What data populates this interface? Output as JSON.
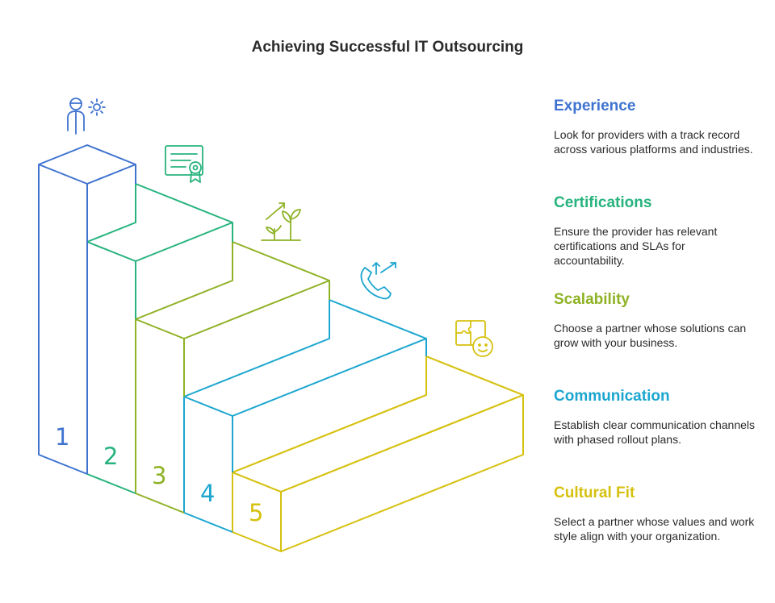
{
  "title": "Achieving Successful IT Outsourcing",
  "steps": [
    {
      "number": "1",
      "title": "Experience",
      "description": "Look for providers with a track record across various platforms and industries.",
      "color": "#3f73d0",
      "icon": "person-gear-icon"
    },
    {
      "number": "2",
      "title": "Certifications",
      "description": "Ensure the provider has relevant certifications and SLAs for accountability.",
      "color": "#27b37e",
      "icon": "certificate-icon"
    },
    {
      "number": "3",
      "title": "Scalability",
      "description": "Choose a partner whose solutions can grow with your business.",
      "color": "#8fb225",
      "icon": "growing-plants-icon"
    },
    {
      "number": "4",
      "title": "Communication",
      "description": "Establish clear communication channels with phased rollout plans.",
      "color": "#1ca6cf",
      "icon": "phone-arrows-icon"
    },
    {
      "number": "5",
      "title": "Cultural Fit",
      "description": "Select a partner whose values and work style align with your organization.",
      "color": "#d6c10f",
      "icon": "puzzle-face-icon"
    }
  ]
}
